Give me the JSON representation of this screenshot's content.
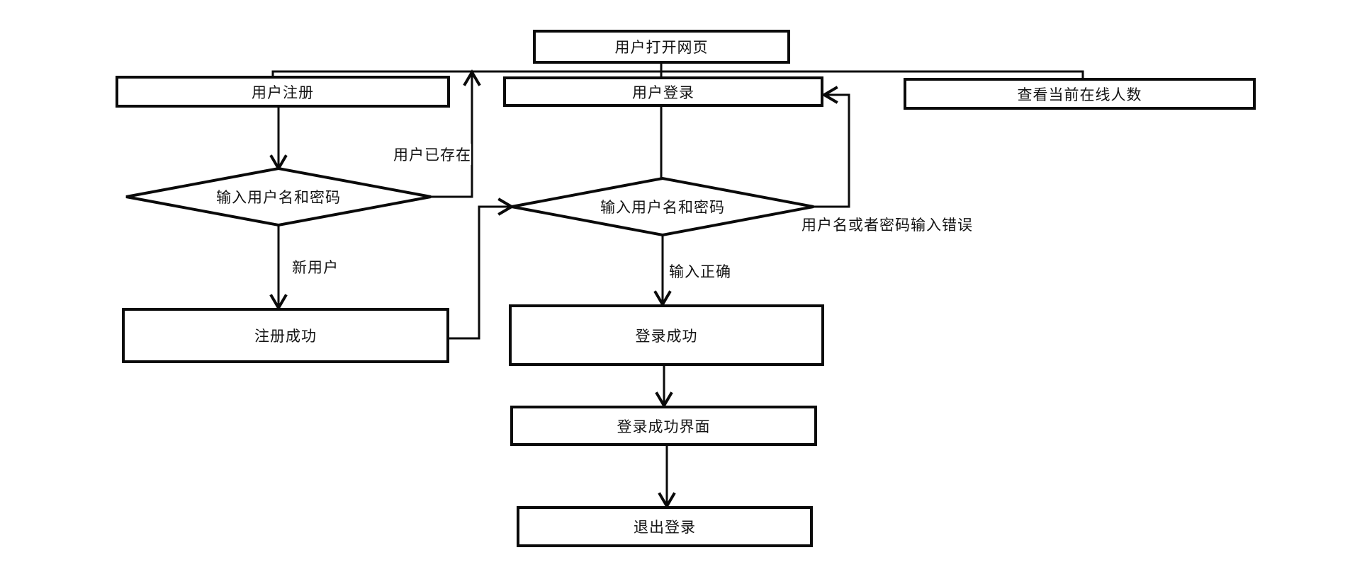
{
  "diagram": {
    "title": "user-login-flowchart",
    "background_color": "#ffffff",
    "stroke_color": "#000000",
    "text_color": "#141414",
    "nodes": {
      "open_page": {
        "label": "用户打开网页",
        "shape": "rect"
      },
      "register": {
        "label": "用户注册",
        "shape": "rect"
      },
      "login": {
        "label": "用户登录",
        "shape": "rect"
      },
      "view_online": {
        "label": "查看当前在线人数",
        "shape": "rect"
      },
      "register_input": {
        "label": "输入用户名和密码",
        "shape": "diamond"
      },
      "login_input": {
        "label": "输入用户名和密码",
        "shape": "diamond"
      },
      "register_success": {
        "label": "注册成功",
        "shape": "rect"
      },
      "login_success": {
        "label": "登录成功",
        "shape": "rect"
      },
      "login_success_page": {
        "label": "登录成功界面",
        "shape": "rect"
      },
      "logout": {
        "label": "退出登录",
        "shape": "rect"
      }
    },
    "edge_labels": {
      "user_exists": "用户已存在",
      "new_user": "新用户",
      "input_correct": "输入正确",
      "input_wrong": "用户名或者密码输入错误"
    },
    "edges": [
      {
        "from": "open_page",
        "to": "register",
        "label": ""
      },
      {
        "from": "open_page",
        "to": "login",
        "label": ""
      },
      {
        "from": "open_page",
        "to": "view_online",
        "label": ""
      },
      {
        "from": "register",
        "to": "register_input",
        "label": ""
      },
      {
        "from": "register_input",
        "to": "register_success",
        "label": "新用户"
      },
      {
        "from": "register_input",
        "to": "login",
        "label": "用户已存在"
      },
      {
        "from": "register_success",
        "to": "login_input",
        "label": ""
      },
      {
        "from": "login",
        "to": "login_input",
        "label": ""
      },
      {
        "from": "login_input",
        "to": "login_success",
        "label": "输入正确"
      },
      {
        "from": "login_input",
        "to": "login",
        "label": "用户名或者密码输入错误"
      },
      {
        "from": "login_success",
        "to": "login_success_page",
        "label": ""
      },
      {
        "from": "login_success_page",
        "to": "logout",
        "label": ""
      }
    ]
  }
}
